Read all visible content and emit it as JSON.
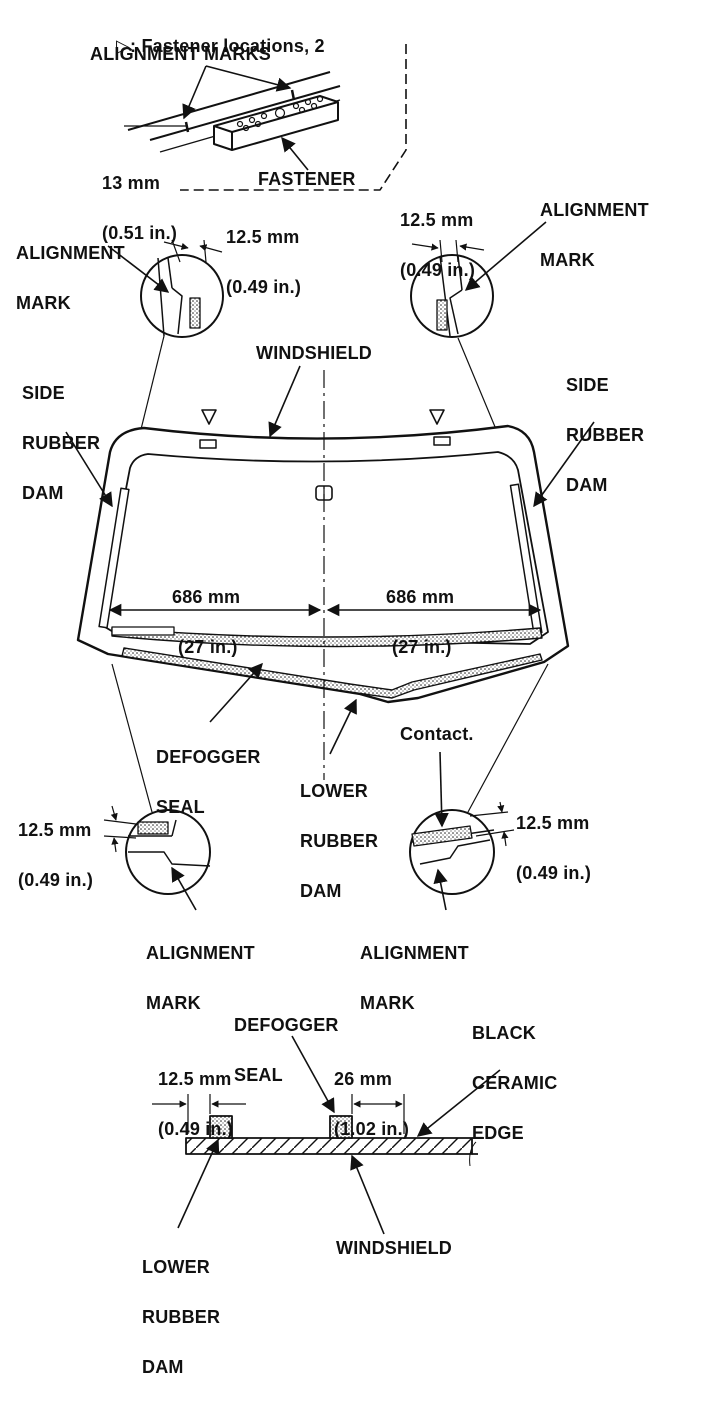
{
  "legend": {
    "symbol": "▷",
    "text": ": Fastener locations, 2"
  },
  "inset_fastener": {
    "alignment_marks": "ALIGNMENT MARKS",
    "dim_value": "13 mm",
    "dim_inches": "(0.51 in.)",
    "fastener": "FASTENER"
  },
  "top_left_detail": {
    "dim_value": "12.5 mm",
    "dim_inches": "(0.49 in.)",
    "label": [
      "ALIGNMENT",
      "MARK"
    ]
  },
  "top_right_detail": {
    "dim_value": "12.5 mm",
    "dim_inches": "(0.49 in.)",
    "label": [
      "ALIGNMENT",
      "MARK"
    ]
  },
  "windshield_label": "WINDSHIELD",
  "side_dam_left": [
    "SIDE",
    "RUBBER",
    "DAM"
  ],
  "side_dam_right": [
    "SIDE",
    "RUBBER",
    "DAM"
  ],
  "dim_left": {
    "value": "686 mm",
    "inches": "(27 in.)"
  },
  "dim_right": {
    "value": "686 mm",
    "inches": "(27 in.)"
  },
  "defogger_seal": [
    "DEFOGGER",
    "SEAL"
  ],
  "lower_rubber_dam": [
    "LOWER",
    "RUBBER",
    "DAM"
  ],
  "contact": "Contact.",
  "bottom_left_detail": {
    "dim_value": "12.5 mm",
    "dim_inches": "(0.49 in.)",
    "label": [
      "ALIGNMENT",
      "MARK"
    ]
  },
  "bottom_right_detail": {
    "dim_value": "12.5 mm",
    "dim_inches": "(0.49 in.)",
    "label": [
      "ALIGNMENT",
      "MARK"
    ]
  },
  "section": {
    "defogger_seal": [
      "DEFOGGER",
      "SEAL"
    ],
    "dim1_value": "12.5 mm",
    "dim1_inches": "(0.49 in.)",
    "dim2_value": "26 mm",
    "dim2_inches": "(1.02 in.)",
    "black_ceramic_edge": [
      "BLACK",
      "CERAMIC",
      "EDGE"
    ],
    "lower_rubber_dam": [
      "LOWER",
      "RUBBER",
      "DAM"
    ],
    "windshield": "WINDSHIELD"
  }
}
